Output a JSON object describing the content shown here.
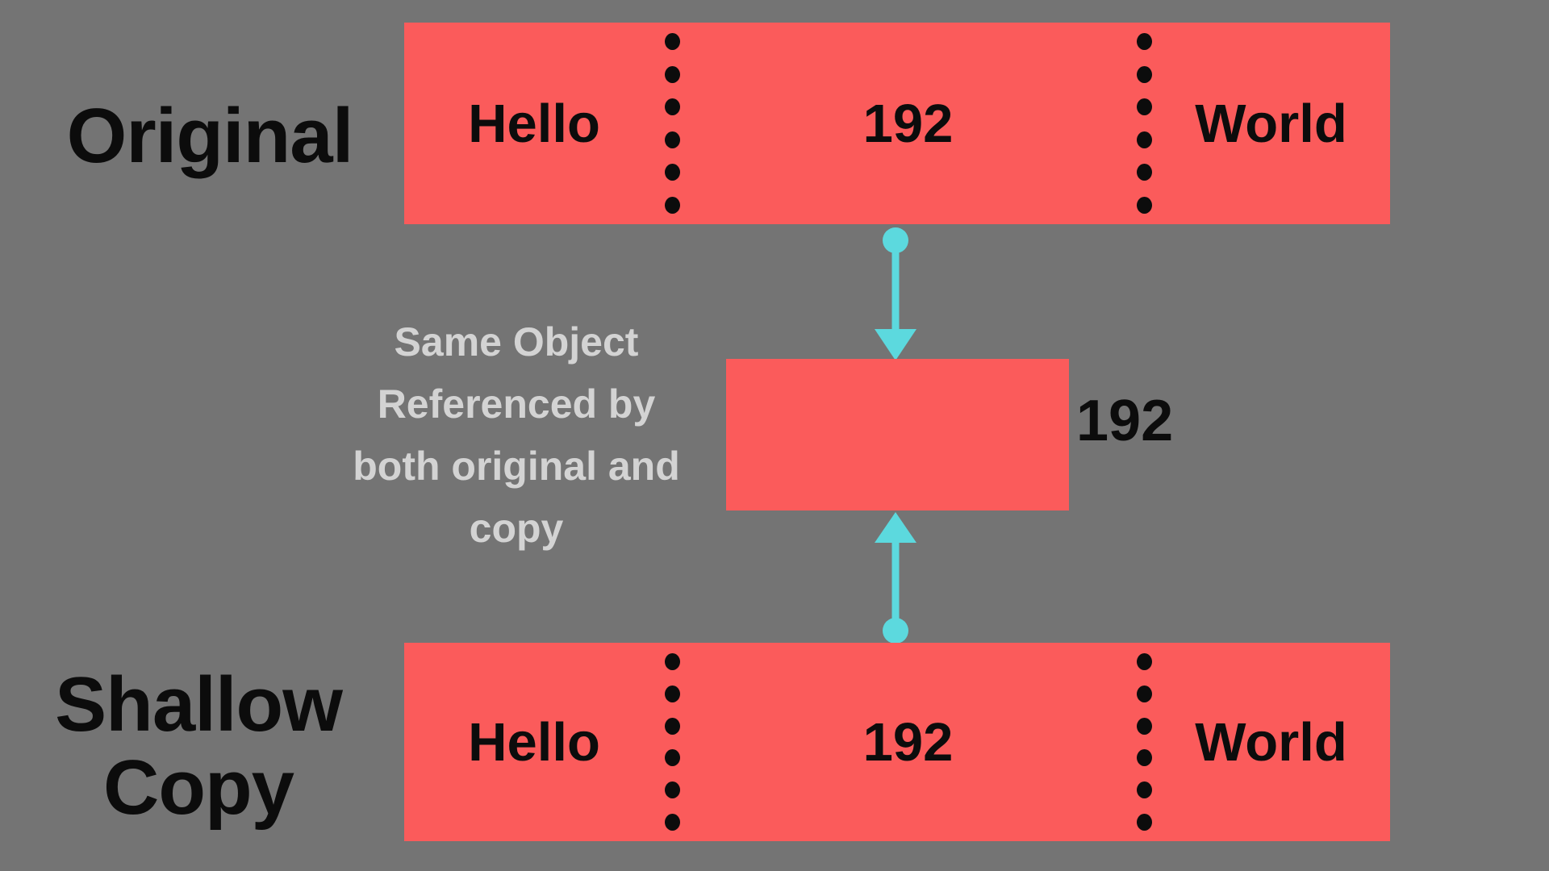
{
  "theme": {
    "background": "#747474",
    "bar_red": "#fb5b5b",
    "arrow_cyan": "#5cd9de",
    "text_black": "#0c0c0c",
    "caption_gray": "#d3d3d3"
  },
  "original": {
    "label": "Original",
    "cells": [
      "Hello",
      "192",
      "World"
    ]
  },
  "shallow_copy": {
    "label": "Shallow\nCopy",
    "cells": [
      "Hello",
      "192",
      "World"
    ]
  },
  "shared_object": {
    "caption": "Same Object\nReferenced by\nboth original and\ncopy",
    "value_label": "192"
  }
}
